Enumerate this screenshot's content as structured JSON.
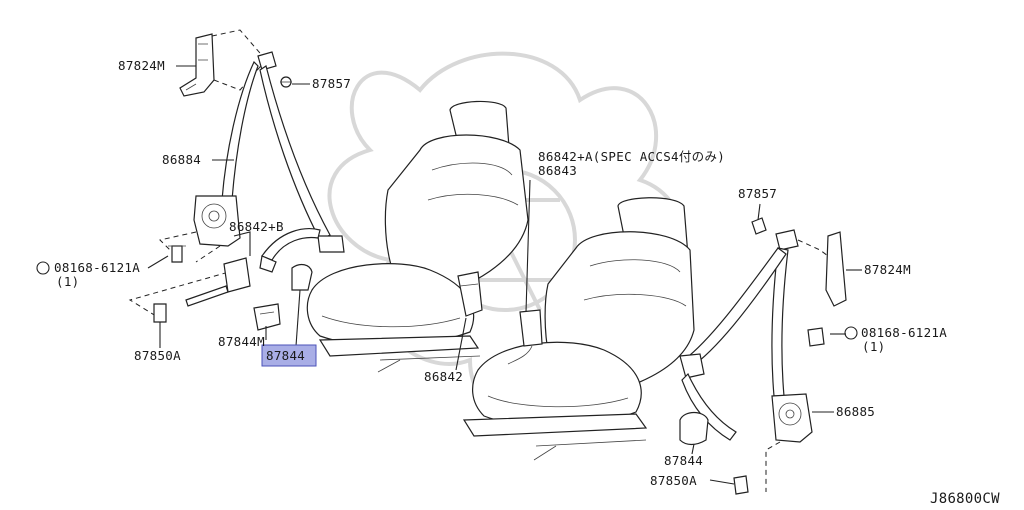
{
  "diagram_id": "J86800CW",
  "parts": {
    "retractor_bracket_left": "87824M",
    "retractor_bracket_right": "87824M",
    "clip_left": "87857",
    "clip_right": "87857",
    "belt_left": "86884",
    "belt_right": "86885",
    "anchor_plate": "86842+B",
    "bolt_left": "08168-6121A",
    "bolt_right": "08168-6121A",
    "qty_left": "(1)",
    "qty_right": "(1)",
    "bolt_lower_left": "87850A",
    "bolt_lower_right": "87850A",
    "cover_small": "87844M",
    "cover_highlight": "87844",
    "cover_right": "87844",
    "buckle_center": "86842",
    "buckle_spec": "86842+A(SPEC ACCS4付のみ)",
    "buckle_upper": "86843"
  }
}
